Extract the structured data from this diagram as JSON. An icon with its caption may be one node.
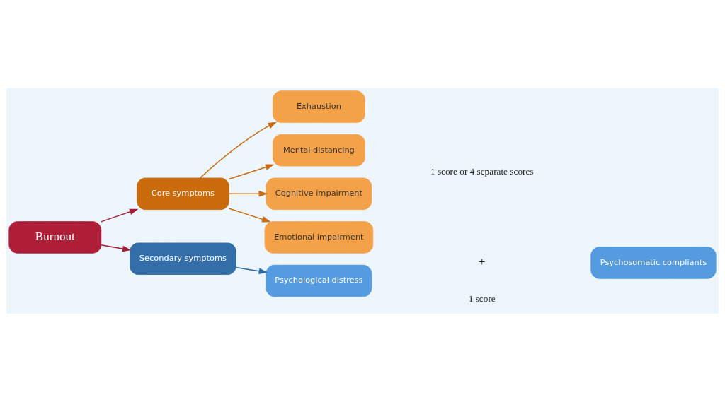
{
  "diagram": {
    "nodes": [
      {
        "text": [
          "Burnout"
        ]
      },
      {
        "text": [
          "Core symptoms"
        ]
      },
      {
        "text": [
          "Secondary symptoms"
        ]
      },
      {
        "text": [
          "Exhaustion"
        ]
      },
      {
        "text": [
          "Mental distancing"
        ]
      },
      {
        "text": [
          "Cognitive impairment"
        ]
      },
      {
        "text": [
          "Emotional impairment"
        ]
      },
      {
        "text": [
          "Psychological distress"
        ]
      },
      {
        "text": [
          "Psychosomatic compliants"
        ]
      }
    ],
    "edges": [
      {
        "from": 0,
        "to": 1,
        "arrow": "to",
        "color": "#a51d36"
      },
      {
        "from": 0,
        "to": 2,
        "arrow": "to",
        "color": "#a51d36"
      },
      {
        "from": 1,
        "to": 3,
        "arrow": "to"
      },
      {
        "from": 1,
        "to": 4,
        "arrow": "to"
      },
      {
        "from": 1,
        "to": 5,
        "arrow": "to"
      },
      {
        "from": 1,
        "to": 6,
        "arrow": "to"
      },
      {
        "from": 2,
        "to": 7,
        "arrow": "to",
        "color": "#2e6aa6"
      }
    ],
    "labels": [
      "1 score or 4 separate scores",
      "+",
      "1 score"
    ]
  }
}
